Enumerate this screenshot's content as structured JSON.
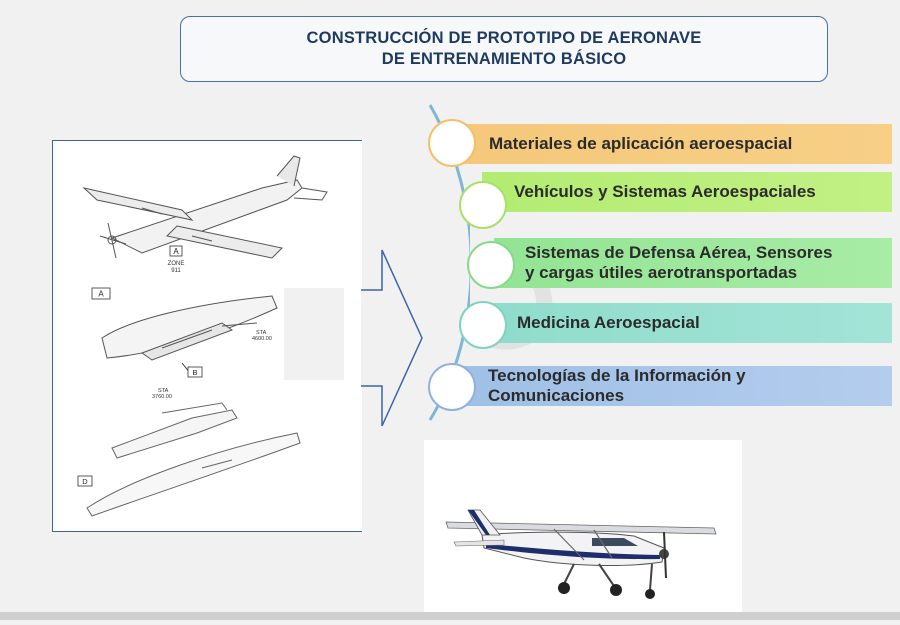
{
  "title": {
    "line1": "CONSTRUCCIÓN DE PROTOTIPO DE AERONAVE",
    "line2": "DE ENTRENAMIENTO BÁSICO"
  },
  "drawing_labels": {
    "callout_a": "A",
    "zone": "ZONE",
    "zone_num": "911",
    "detail_a": "A",
    "sta_right": "STA",
    "sta_right_val": "4600.00",
    "callout_b": "B",
    "sta_left": "STA",
    "sta_left_val": "3760.00",
    "callout_d": "D"
  },
  "categories": [
    {
      "line1": "Materiales de aplicación aeroespacial"
    },
    {
      "line1": "Vehículos y Sistemas Aeroespaciales"
    },
    {
      "line1": "Sistemas de Defensa Aérea, Sensores",
      "line2": "y cargas útiles aerotransportadas"
    },
    {
      "line1": "Medicina Aeroespacial"
    },
    {
      "line1": "Tecnologías de la Información y",
      "line2": "Comunicaciones"
    }
  ],
  "colors": {
    "title_text": "#1f3a5f",
    "frame_border": "#3a66a8",
    "band_1": "#f5c87a",
    "band_2": "#b3ec72",
    "band_3": "#93e494",
    "band_4": "#8fdccb",
    "band_5": "#9fbfe6",
    "curve": "#7fb5d8"
  },
  "icons": {
    "arrow": "right-arrow-icon",
    "photo": "cessna-plane-icon",
    "schematic": "aircraft-schematic-icon"
  }
}
